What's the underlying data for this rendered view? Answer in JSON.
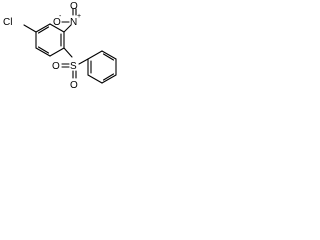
{
  "molecule": {
    "atoms": {
      "chlorine": "Cl",
      "nitro_nitrogen": "N",
      "nitro_oxygen_top": "O",
      "nitro_oxygen_left": "O",
      "sulfur": "S",
      "sulfonyl_oxygen_left": "O",
      "sulfonyl_oxygen_bottom": "O"
    },
    "charges": {
      "nitro_nitrogen": "+",
      "nitro_oxygen_left": "-"
    }
  }
}
